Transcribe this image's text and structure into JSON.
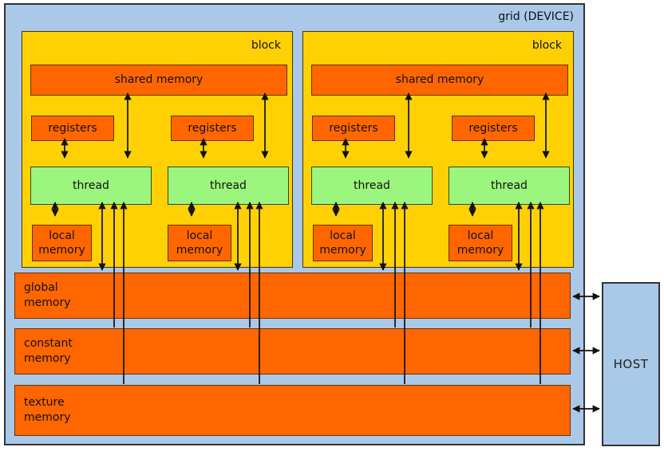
{
  "device": {
    "label": "grid (DEVICE)"
  },
  "blocks": [
    {
      "label": "block",
      "shared_label": "shared memory",
      "threads": [
        {
          "registers_label": "registers",
          "thread_label": "thread",
          "local_label": "local memory"
        },
        {
          "registers_label": "registers",
          "thread_label": "thread",
          "local_label": "local memory"
        }
      ]
    },
    {
      "label": "block",
      "shared_label": "shared memory",
      "threads": [
        {
          "registers_label": "registers",
          "thread_label": "thread",
          "local_label": "local memory"
        },
        {
          "registers_label": "registers",
          "thread_label": "thread",
          "local_label": "local memory"
        }
      ]
    }
  ],
  "memories": [
    {
      "label": "global memory"
    },
    {
      "label": "constant memory"
    },
    {
      "label": "texture memory"
    }
  ],
  "host": {
    "label": "HOST"
  },
  "colors": {
    "device_bg": "#aac8e8",
    "block_bg": "#ffd104",
    "memory_orange": "#ff6600",
    "thread_green": "#9cf57d",
    "host_bg": "#aac8e8",
    "arrow": "#111111"
  }
}
